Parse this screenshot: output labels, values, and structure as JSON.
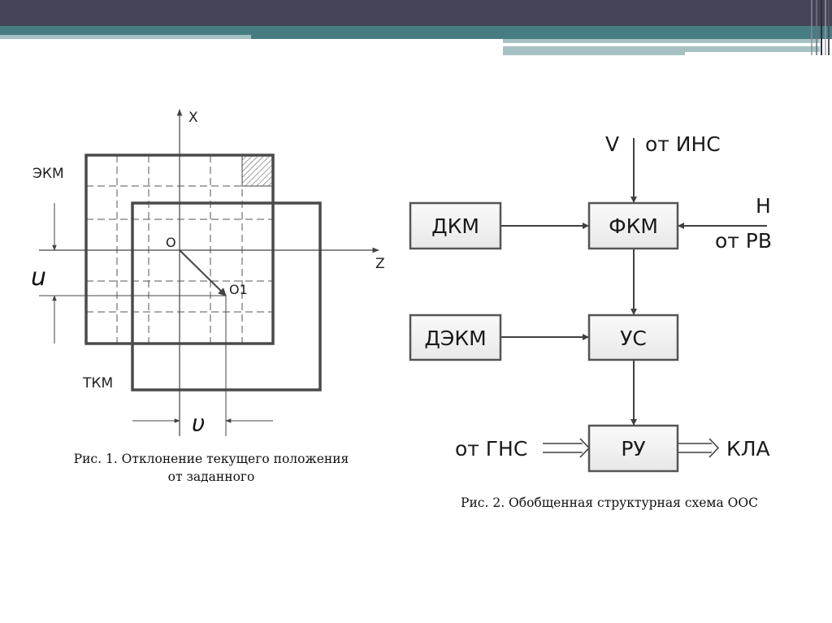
{
  "slide": {
    "header_colors": {
      "dark": "#434556",
      "teal": "#477d82",
      "light": "#a6c1c4"
    }
  },
  "figure1": {
    "axis_x_label": "X",
    "axis_z_label": "Z",
    "origin_label": "O",
    "point_label": "O1",
    "ekm_label": "ЭКМ",
    "tkm_label": "ТКМ",
    "dim_u_label": "u",
    "dim_v_label": "υ",
    "caption_line1": "Рис. 1. Отклонение текущего положения",
    "caption_line2": "от заданного"
  },
  "figure2": {
    "blocks": {
      "dkm": "ДКМ",
      "fkm": "ФКМ",
      "dekm": "ДЭКМ",
      "us": "УС",
      "ru": "РУ"
    },
    "inputs": {
      "v_label": "V",
      "ins_label": "от ИНС",
      "h_label": "Н",
      "rv_label": "от РВ",
      "gns_label": "от ГНС"
    },
    "outputs": {
      "kla_label": "КЛА"
    },
    "caption": "Рис. 2. Обобщенная структурная схема ООС"
  }
}
